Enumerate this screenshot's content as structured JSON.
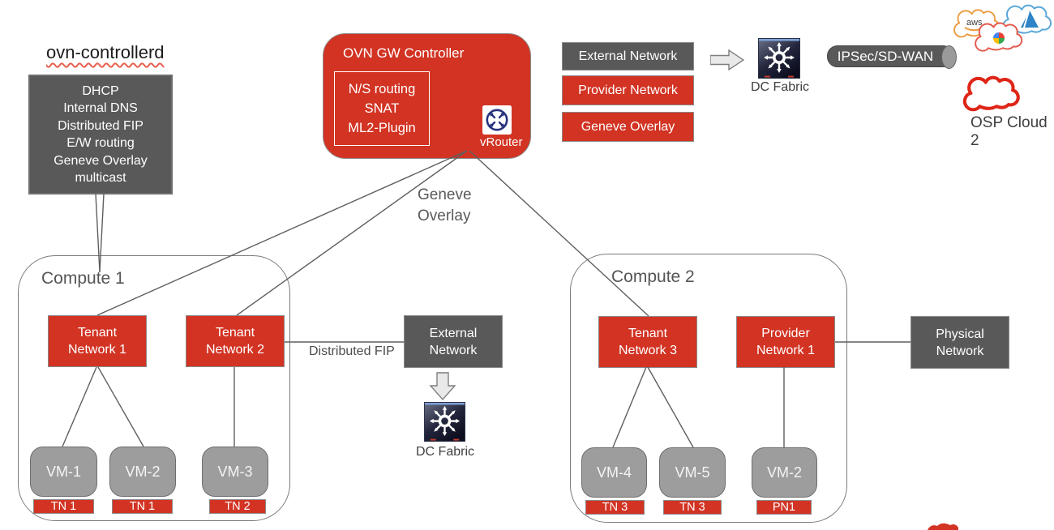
{
  "colors": {
    "red": "#d23323",
    "dark_gray": "#595959",
    "vm_gray": "#9d9d9d",
    "line": "#5f5f5f",
    "navy": "#27337e"
  },
  "ovn_controller": {
    "title": "ovn-controllerd",
    "features": [
      "DHCP",
      "Internal DNS",
      "Distributed FIP",
      "E/W routing",
      "Geneve Overlay",
      "multicast"
    ]
  },
  "gw_controller": {
    "title": "OVN GW Controller",
    "functions": [
      "N/S routing",
      "SNAT",
      "ML2-Plugin"
    ],
    "vrouter_label": "vRouter"
  },
  "legend": {
    "items": [
      {
        "label": "External Network",
        "style": "dark"
      },
      {
        "label": "Provider Network",
        "style": "red"
      },
      {
        "label": "Geneve Overlay",
        "style": "red"
      }
    ]
  },
  "dc_fabric_top": {
    "label": "DC Fabric"
  },
  "dc_fabric_bottom": {
    "label": "DC Fabric"
  },
  "ipsec": {
    "label": "IPSec/SD-WAN"
  },
  "clouds": {
    "aws_label": "aws",
    "osp_cloud_label": "OSP Cloud 2"
  },
  "annotations": {
    "geneve_overlay": "Geneve Overlay",
    "distributed_fip": "Distributed FIP"
  },
  "compute1": {
    "title": "Compute 1",
    "networks": [
      {
        "label": "Tenant Network 1"
      },
      {
        "label": "Tenant Network 2"
      }
    ],
    "vms": [
      {
        "label": "VM-1",
        "tag": "TN 1"
      },
      {
        "label": "VM-2",
        "tag": "TN 1"
      },
      {
        "label": "VM-3",
        "tag": "TN 2"
      }
    ]
  },
  "external_network": {
    "label": "External Network"
  },
  "compute2": {
    "title": "Compute 2",
    "networks": [
      {
        "label": "Tenant Network 3"
      },
      {
        "label": "Provider Network 1"
      }
    ],
    "vms": [
      {
        "label": "VM-4",
        "tag": "TN 3"
      },
      {
        "label": "VM-5",
        "tag": "TN 3"
      },
      {
        "label": "VM-2",
        "tag": "PN1"
      }
    ]
  },
  "physical_network": {
    "label": "Physical Network"
  }
}
